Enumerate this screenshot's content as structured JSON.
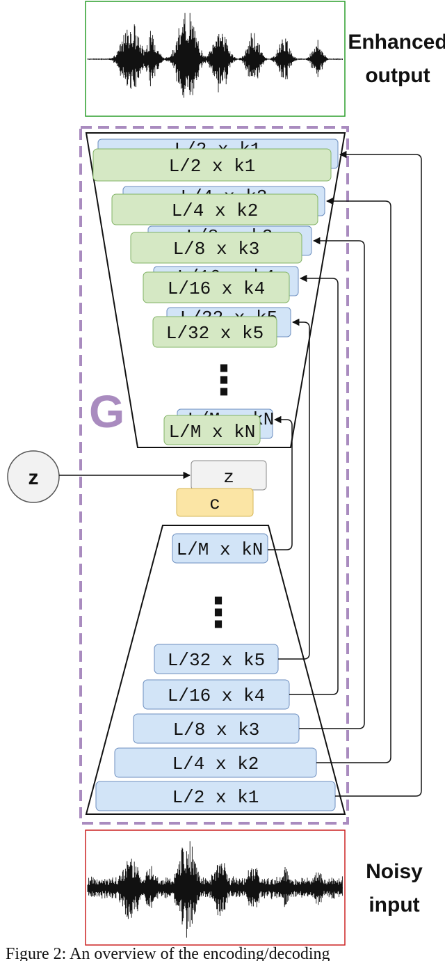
{
  "diagram": {
    "generator_label": "G",
    "latent_label": "z",
    "concat_z_label": "z",
    "concat_c_label": "c",
    "ellipsis": "⋮",
    "enhanced_output": [
      "Enhanced",
      "output"
    ],
    "noisy_input": [
      "Noisy",
      "input"
    ],
    "decoder_layers": [
      "L/2 x k1",
      "L/4 x k2",
      "L/8 x k3",
      "L/16 x k4",
      "L/32 x k5",
      "L/M x kN"
    ],
    "encoder_layers": [
      "L/M x kN",
      "L/32 x k5",
      "L/16 x k4",
      "L/8 x k3",
      "L/4 x k2",
      "L/2 x k1"
    ],
    "decoder_back_labels": [
      "L/2 x k1",
      "L/4 x k2",
      "L/8 x k3",
      "L/16 x k4",
      "L/32 x k5",
      "L/M x kN"
    ]
  },
  "colors": {
    "generator_purple": "#a98bbf",
    "decoder_green": "#d5e8c4",
    "decoder_green_border": "#82b366",
    "encoder_blue": "#d2e4f7",
    "encoder_blue_border": "#6c8ebf",
    "latent_gray": "#f2f2f2",
    "condition_yellow": "#fbe5a5",
    "output_border": "#2a9d2a",
    "input_border": "#cc2222"
  },
  "caption": "Figure 2: An overview of the encoding/decoding"
}
